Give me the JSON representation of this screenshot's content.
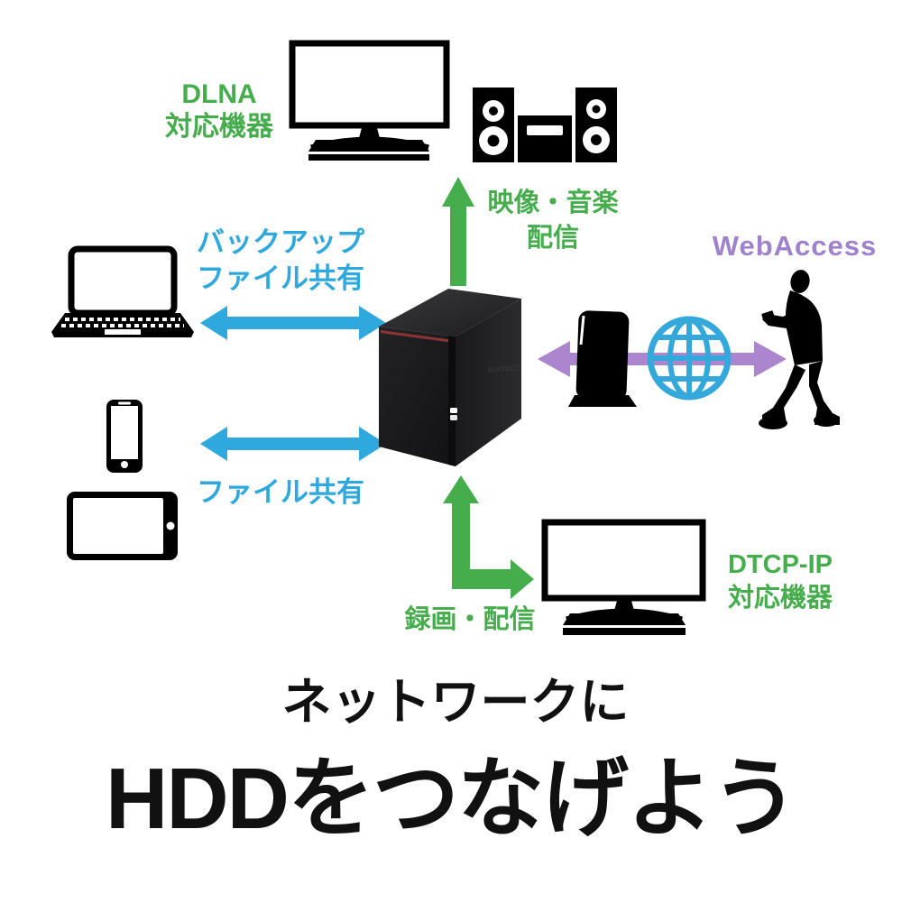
{
  "labels": {
    "dlna": {
      "line1": "DLNA",
      "line2": "対応機器"
    },
    "av": {
      "line1": "映像・音楽",
      "line2": "配信"
    },
    "backup": {
      "line1": "バックアップ",
      "line2": "ファイル共有"
    },
    "file_share": "ファイル共有",
    "webaccess": "WebAccess",
    "record": "録画・配信",
    "dtcp": {
      "line1": "DTCP-IP",
      "line2": "対応機器"
    },
    "headline_sub": "ネットワークに",
    "headline_main": "HDDをつなげよう"
  },
  "icons": {
    "tv_top": "tv-icon",
    "speakers": "stereo-speakers-icon",
    "laptop": "laptop-icon",
    "smartphone": "smartphone-icon",
    "tablet": "tablet-icon",
    "nas": "nas-hdd-device",
    "router": "router-icon",
    "globe": "internet-globe-icon",
    "person": "person-with-phone-icon",
    "tv_bottom": "tv-icon"
  },
  "colors": {
    "green": "#45ad4c",
    "blue": "#2fa9dd",
    "purple_text": "#9e82cb",
    "purple_arrow": "#ab85ce",
    "globe_blue": "#35a8db",
    "device_black": "#000000",
    "nas_red_stripe": "#8e3434",
    "headline_black": "#111111"
  }
}
